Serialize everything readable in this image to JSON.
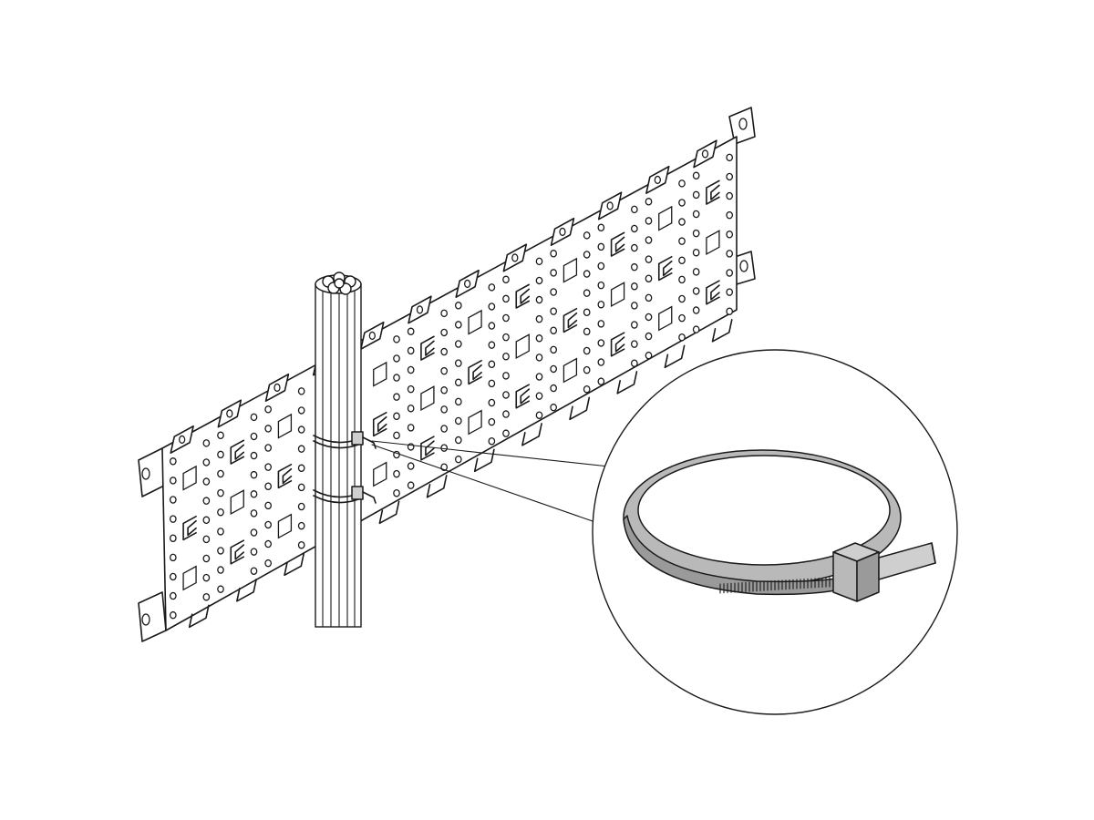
{
  "figure": {
    "subject": "",
    "colors": {
      "ink": "#1a1a1a",
      "background": "#ffffff",
      "tie_fill": "#b9b9b9",
      "tie_light": "#cfcfcf",
      "tie_dark": "#9a9a9a"
    }
  },
  "mounting_plate": {
    "segments": 12,
    "hole_rows": 9
  },
  "cable_bundle": {
    "strands": 6
  },
  "cable_ties_on_bundle": 2,
  "detail_callout": {
    "shape": "circle"
  }
}
